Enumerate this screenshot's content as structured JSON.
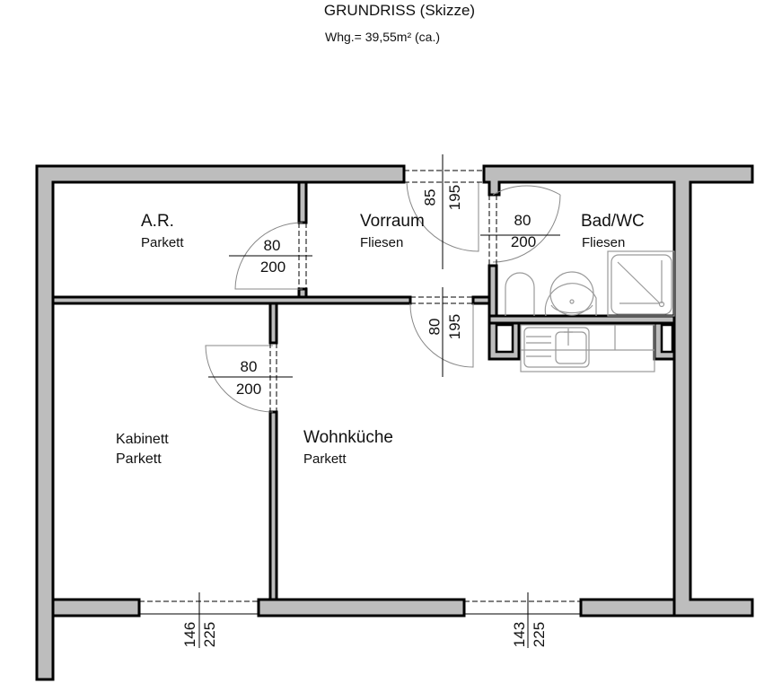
{
  "header": {
    "title": "GRUNDRISS",
    "title_suffix": "(Skizze)",
    "area": "Whg.= 39,55m² (ca.)"
  },
  "colors": {
    "wall_fill": "#bdbdbd",
    "wall_outline": "#000000",
    "fixture_line": "#9a9a9a",
    "background": "#ffffff"
  },
  "rooms": [
    {
      "id": "ar",
      "name": "A.R.",
      "floor": "Parkett"
    },
    {
      "id": "vorraum",
      "name": "Vorraum",
      "floor": "Fliesen"
    },
    {
      "id": "bad",
      "name": "Bad/WC",
      "floor": "Fliesen"
    },
    {
      "id": "kabinett",
      "name": "Kabinett",
      "floor": "Parkett"
    },
    {
      "id": "wohnkueche",
      "name": "Wohnküche",
      "floor": "Parkett"
    }
  ],
  "doors": [
    {
      "id": "door-ar",
      "width": "80",
      "height": "200"
    },
    {
      "id": "door-entrance",
      "width": "85",
      "height": "195"
    },
    {
      "id": "door-bad",
      "width": "80",
      "height": "200"
    },
    {
      "id": "door-wohnkueche",
      "width": "80",
      "height": "195"
    },
    {
      "id": "door-kabinett",
      "width": "80",
      "height": "200"
    }
  ],
  "windows": [
    {
      "id": "window-kabinett",
      "width": "146",
      "height": "225"
    },
    {
      "id": "window-wohnkueche",
      "width": "143",
      "height": "225"
    }
  ],
  "fixtures": [
    "toilet",
    "washbasin",
    "shower-tray",
    "kitchen-sink",
    "kitchen-counter"
  ]
}
